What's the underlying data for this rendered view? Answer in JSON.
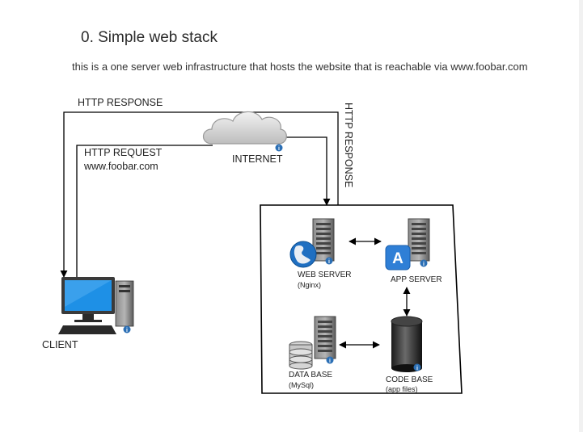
{
  "heading": {
    "title": "0. Simple web stack",
    "description": "this is a one server web infrastructure that hosts the website that is reachable via www.foobar.com"
  },
  "diagram": {
    "labels": {
      "http_response_top": "HTTP RESPONSE",
      "http_response_vertical": "HTTP RESPONSE",
      "http_request": "HTTP REQUEST",
      "request_url": "www.foobar.com",
      "internet": "INTERNET",
      "client": "CLIENT",
      "web_server": "WEB SERVER",
      "web_server_sub": "(Nginx)",
      "app_server": "APP SERVER",
      "data_base": "DATA BASE",
      "data_base_sub": "(MySql)",
      "code_base": "CODE BASE",
      "code_base_sub": "(app files)"
    },
    "icons": [
      "cloud-icon",
      "desktop-computer-icon",
      "web-server-icon",
      "app-server-icon",
      "database-server-icon",
      "code-base-icon",
      "info-badge-icon"
    ],
    "colors": {
      "line": "#000000",
      "cloud": "#d8d8d8",
      "server": "#6a6a6a",
      "monitor": "#1e90e6",
      "info_badge": "#2b6fb5"
    }
  }
}
